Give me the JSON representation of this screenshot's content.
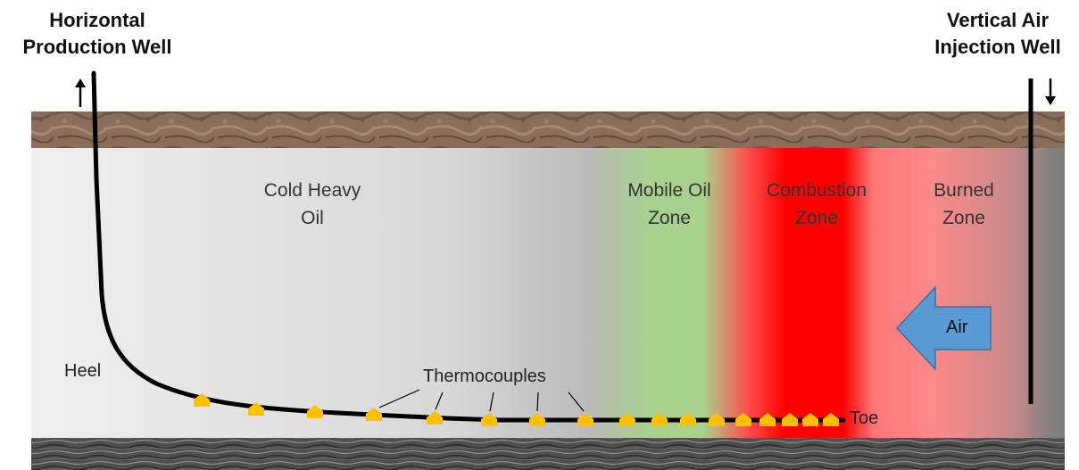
{
  "production_well": {
    "title_line1": "Horizontal",
    "title_line2": "Production Well",
    "flow": "up-arrow-icon"
  },
  "injection_well": {
    "title_line1": "Vertical Air",
    "title_line2": "Injection Well",
    "flow": "down-arrow-icon"
  },
  "zones": {
    "cold_oil": {
      "line1": "Cold Heavy",
      "line2": "Oil"
    },
    "mobile_oil": {
      "line1": "Mobile Oil",
      "line2": "Zone"
    },
    "combustion": {
      "line1": "Combustion",
      "line2": "Zone"
    },
    "burned": {
      "line1": "Burned",
      "line2": "Zone"
    }
  },
  "labels": {
    "heel": "Heel",
    "toe": "Toe",
    "thermocouples": "Thermocouples",
    "air": "Air"
  },
  "colors": {
    "overburden": "#8a6a55",
    "underburden": "#4a4a4a",
    "cold_oil": "#e6e6e6",
    "mobile_oil": "#a9d18e",
    "combustion": "#ff0000",
    "burned": "#ff8585",
    "air_arrow": "#5b9bd5",
    "thermocouple": "#ffc000",
    "well": "#000000"
  }
}
